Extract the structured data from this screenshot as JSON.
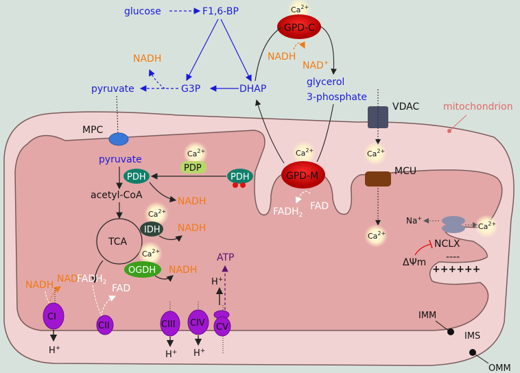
{
  "colors": {
    "background": "#d8e2dc",
    "outer_membrane_fill": "#f2d3d3",
    "matrix_fill": "#e3a7a7",
    "membrane_stroke": "#7a5a5a",
    "glycolysis_blue": "#1a1adb",
    "nadh_orange": "#f07a14",
    "complex_purple": "#a016d0",
    "enzyme_teal": "#0f7f6a",
    "gpd_red": "#d10e0e",
    "mito_label": "#e06a6a",
    "atp_purple": "#5a1370"
  },
  "labels": {
    "glucose": "glucose",
    "f16bp": "F1,6-BP",
    "g3p": "G3P",
    "dhap": "DHAP",
    "pyruvate_cyto": "pyruvate",
    "nadh_cyto": "NADH",
    "gpd_c": "GPD-C",
    "gpd_c_nadh": "NADH",
    "gpd_c_nad": "NAD",
    "glycerol_1": "glycerol",
    "glycerol_2": "3-phosphate",
    "vdac": "VDAC",
    "mitochondrion": "mitochondrion",
    "mpc": "MPC",
    "pyruvate_matrix": "pyruvate",
    "pdp": "PDP",
    "pdh": "PDH",
    "pdh_p": "PDH",
    "acetyl_coa": "acetyl-CoA",
    "nadh_pdh": "NADH",
    "gpd_m": "GPD-M",
    "fadh2_gpdm": "FADH",
    "fad_gpdm": "FAD",
    "mcu": "MCU",
    "idh": "IDH",
    "nadh_idh": "NADH",
    "tca": "TCA",
    "ogdh": "OGDH",
    "nadh_ogdh": "NADH",
    "na": "Na",
    "nclx": "NCLX",
    "delta_psi": "ΔΨm",
    "minus_signs": "----",
    "plus_signs": "++++++",
    "nadh_ci": "NADH",
    "nad_ci": "NAD",
    "fadh2_cii": "FADH",
    "fad_cii": "FAD",
    "atp": "ATP",
    "ci": "CI",
    "cii": "CII",
    "ciii": "CIII",
    "civ": "CIV",
    "cv": "CV",
    "h_ci": "H",
    "h_ciii": "H",
    "h_civ": "H",
    "h_cv": "H",
    "imm": "IMM",
    "ims": "IMS",
    "omm": "OMM",
    "ca": "Ca",
    "ca_charge": "2+",
    "plus": "+",
    "sub_2": "2"
  }
}
